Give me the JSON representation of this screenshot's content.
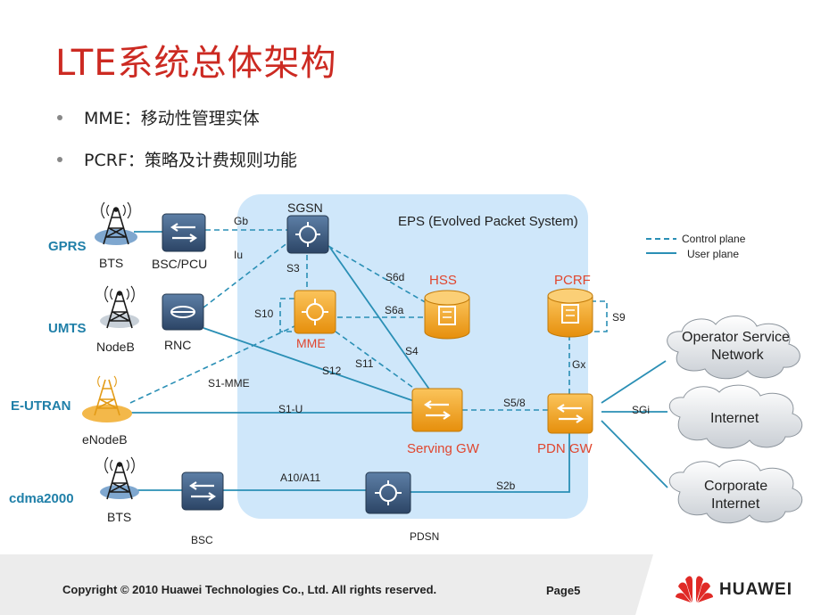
{
  "title": "LTE系统总体架构",
  "bullets": [
    "MME：移动性管理实体",
    "PCRF：策略及计费规则功能"
  ],
  "diagram": {
    "eps_label": "EPS (Evolved Packet System)",
    "legend": {
      "control": "Control plane",
      "user": "User plane"
    },
    "access": {
      "gprs": "GPRS",
      "umts": "UMTS",
      "eutran": "E-UTRAN",
      "cdma": "cdma2000"
    },
    "nodes": {
      "bts1": "BTS",
      "nodeb": "NodeB",
      "enodeb": "eNodeB",
      "bts2": "BTS",
      "bscpcu": "BSC/PCU",
      "rnc": "RNC",
      "bsc": "BSC",
      "sgsn": "SGSN",
      "mme": "MME",
      "hss": "HSS",
      "pcrf": "PCRF",
      "sgw": "Serving GW",
      "pgw": "PDN GW",
      "pdsn": "PDSN"
    },
    "interfaces": {
      "gb": "Gb",
      "iu": "Iu",
      "s3": "S3",
      "s6d": "S6d",
      "s10": "S10",
      "s6a": "S6a",
      "s9": "S9",
      "s4": "S4",
      "s11": "S11",
      "s12": "S12",
      "s1mme": "S1-MME",
      "gx": "Gx",
      "s1u": "S1-U",
      "s58": "S5/8",
      "sgi": "SGi",
      "a10": "A10/A11",
      "s2b": "S2b"
    },
    "clouds": {
      "operator": [
        "Operator Service",
        "Network"
      ],
      "internet": "Internet",
      "corporate": [
        "Corporate",
        "Internet"
      ]
    },
    "colors": {
      "line": "#2a8fb5",
      "access_text": "#1f7fa8",
      "eps_bg": "#cfe7fa",
      "node_orange": "#f2a21e",
      "node_blue": "#39577a",
      "red_text": "#e0462e"
    }
  },
  "footer": {
    "copyright": "Copyright © 2010 Huawei Technologies Co., Ltd. All rights reserved.",
    "page": "Page5",
    "brand": "HUAWEI"
  }
}
